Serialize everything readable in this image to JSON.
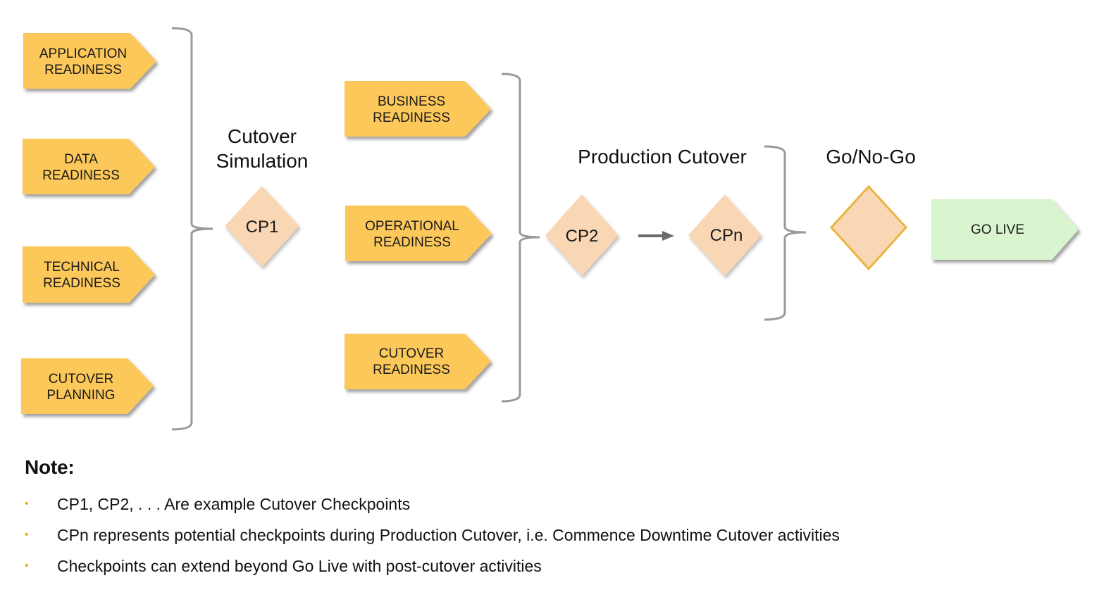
{
  "colors": {
    "readiness_fill": "#fcc85a",
    "checkpoint_fill": "#f9d7b4",
    "golive_fill": "#d9f5cf",
    "gonogo_border": "#eab43e",
    "bracket": "#999999",
    "arrow": "#6b6b6b",
    "bullet": "#f0a820"
  },
  "stage1": {
    "items": [
      {
        "line1": "APPLICATION",
        "line2": "READINESS"
      },
      {
        "line1": "DATA",
        "line2": "READINESS"
      },
      {
        "line1": "TECHNICAL",
        "line2": "READINESS"
      },
      {
        "line1": "CUTOVER",
        "line2": "PLANNING"
      }
    ],
    "phase_title_line1": "Cutover",
    "phase_title_line2": "Simulation",
    "checkpoint": "CP1"
  },
  "stage2": {
    "items": [
      {
        "line1": "BUSINESS",
        "line2": "READINESS"
      },
      {
        "line1": "OPERATIONAL",
        "line2": "READINESS"
      },
      {
        "line1": "CUTOVER",
        "line2": "READINESS"
      }
    ],
    "phase_title": "Production Cutover",
    "checkpoints": [
      "CP2",
      "CPn"
    ]
  },
  "stage3": {
    "phase_title": "Go/No-Go",
    "checkpoint": "",
    "golive": "GO LIVE"
  },
  "notes": {
    "title": "Note:",
    "bullet": "•",
    "items": [
      "CP1, CP2,  . . .  Are example Cutover Checkpoints",
      "CPn represents potential checkpoints during Production Cutover, i.e. Commence Downtime Cutover activities",
      "Checkpoints can extend beyond Go Live with post-cutover activities"
    ]
  }
}
